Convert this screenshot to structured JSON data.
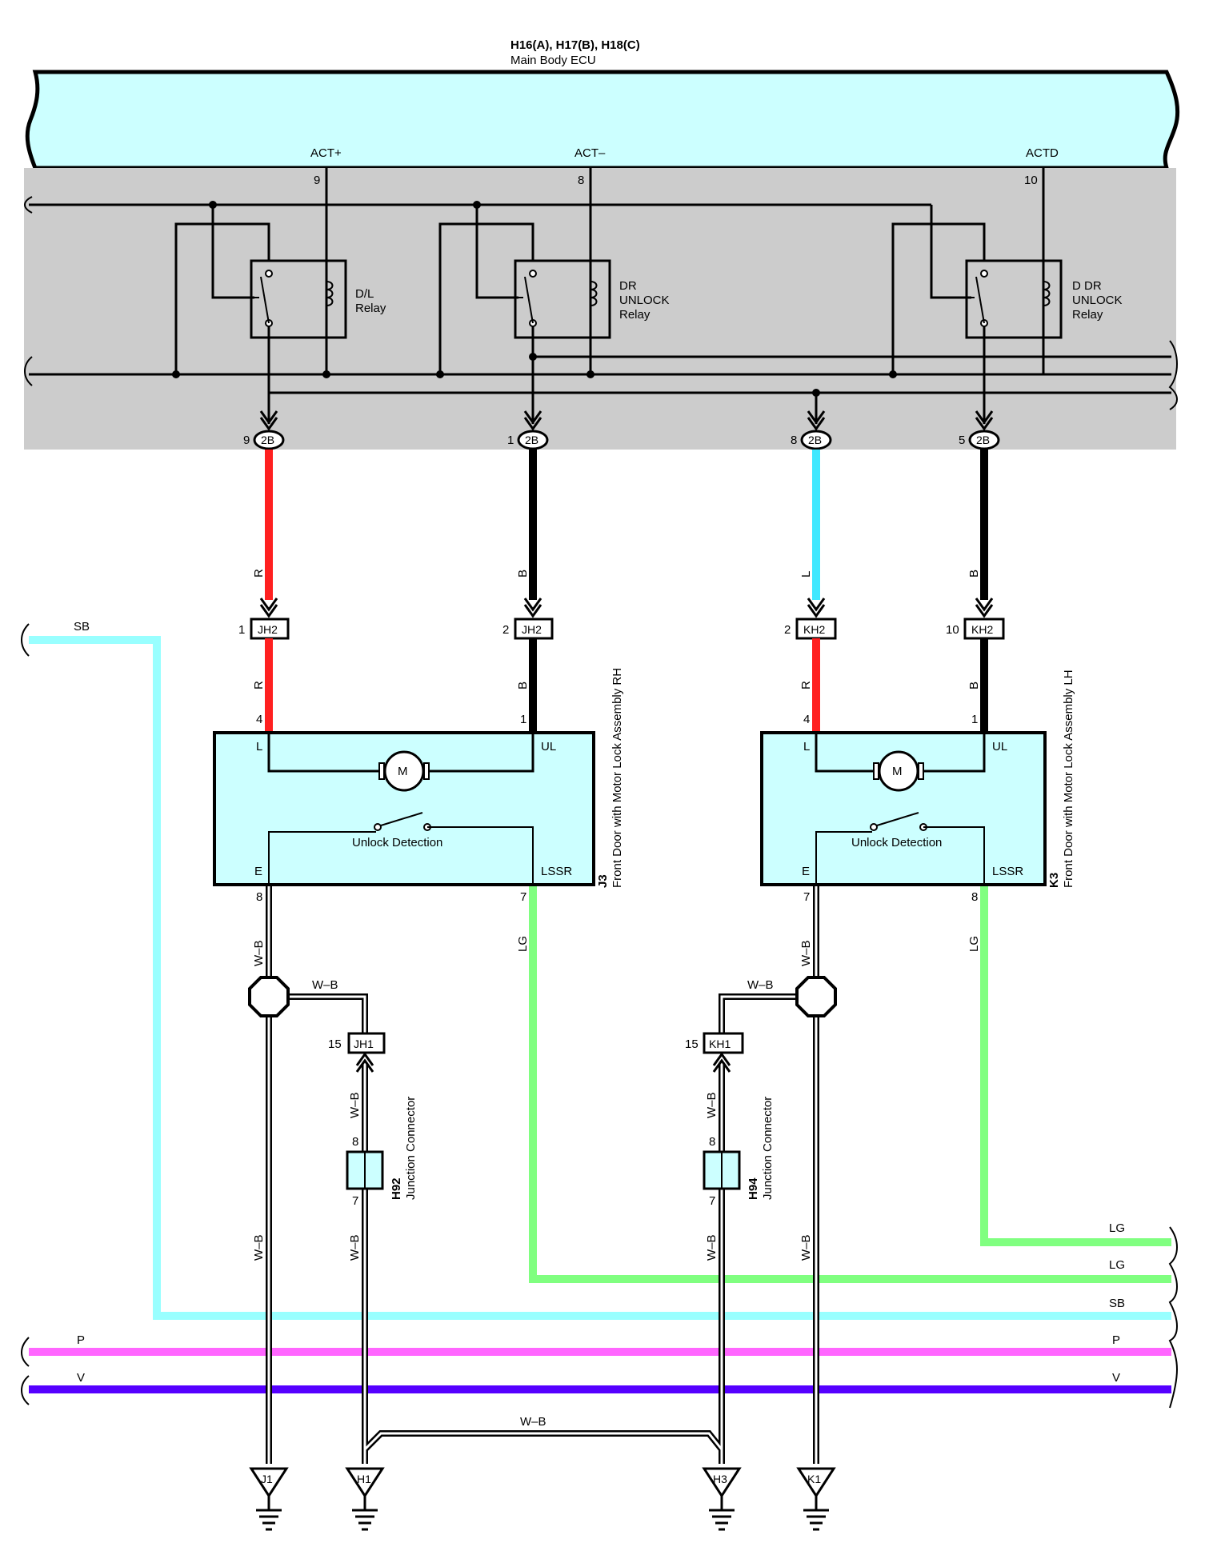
{
  "header": {
    "connector_title": "H16(A), H17(B), H18(C)",
    "component_name": "Main Body ECU"
  },
  "ecu_terminals": [
    {
      "name": "ACT+",
      "pin": "9"
    },
    {
      "name": "ACT–",
      "pin": "8"
    },
    {
      "name": "ACTD",
      "pin": "10"
    }
  ],
  "relays": {
    "dl": [
      "D/L",
      "Relay"
    ],
    "dr": [
      "DR",
      "UNLOCK",
      "Relay"
    ],
    "ddr": [
      "D DR",
      "UNLOCK",
      "Relay"
    ]
  },
  "connectors_2b": [
    {
      "pin": "9",
      "label": "2B"
    },
    {
      "pin": "1",
      "label": "2B"
    },
    {
      "pin": "8",
      "label": "2B"
    },
    {
      "pin": "5",
      "label": "2B"
    }
  ],
  "wire_colors_upper": [
    "R",
    "B",
    "L",
    "B"
  ],
  "junction_upper": [
    {
      "pin": "1",
      "label": "JH2"
    },
    {
      "pin": "2",
      "label": "JH2"
    },
    {
      "pin": "2",
      "label": "KH2"
    },
    {
      "pin": "10",
      "label": "KH2"
    }
  ],
  "wire_colors_mid": [
    "R",
    "B",
    "R",
    "B"
  ],
  "lock_rh": {
    "code": "J3",
    "name": "Front Door with Motor Lock Assembly RH",
    "pin_l": "4",
    "pin_ul": "1",
    "pin_e": "8",
    "pin_lssr": "7",
    "term_l": "L",
    "term_ul": "UL",
    "term_e": "E",
    "term_lssr": "LSSR",
    "motor": "M",
    "detection": "Unlock Detection"
  },
  "lock_lh": {
    "code": "K3",
    "name": "Front Door with Motor Lock Assembly LH",
    "pin_l": "4",
    "pin_ul": "1",
    "pin_e": "7",
    "pin_lssr": "8",
    "term_l": "L",
    "term_ul": "UL",
    "term_e": "E",
    "term_lssr": "LSSR",
    "motor": "M",
    "detection": "Unlock Detection"
  },
  "wire_labels": {
    "wb": "W–B",
    "lg": "LG",
    "sb": "SB",
    "p": "P",
    "v": "V"
  },
  "junction_lower": [
    {
      "pin": "15",
      "label": "JH1"
    },
    {
      "pin": "15",
      "label": "KH1"
    }
  ],
  "junction_connectors": [
    {
      "code": "H92",
      "name": "Junction Connector",
      "pin_top": "8",
      "pin_bottom": "7"
    },
    {
      "code": "H94",
      "name": "Junction Connector",
      "pin_top": "8",
      "pin_bottom": "7"
    }
  ],
  "grounds": [
    "J1",
    "H1",
    "H3",
    "K1"
  ],
  "colors": {
    "ecu_fill": "#ccffff",
    "relay_box": "#cccccc",
    "red": "#ff2020",
    "black": "#000000",
    "light_blue": "#40e8ff",
    "sky_blue": "#99ffff",
    "light_green": "#80ff80",
    "pink": "#ff66ff",
    "violet": "#5500ff"
  }
}
